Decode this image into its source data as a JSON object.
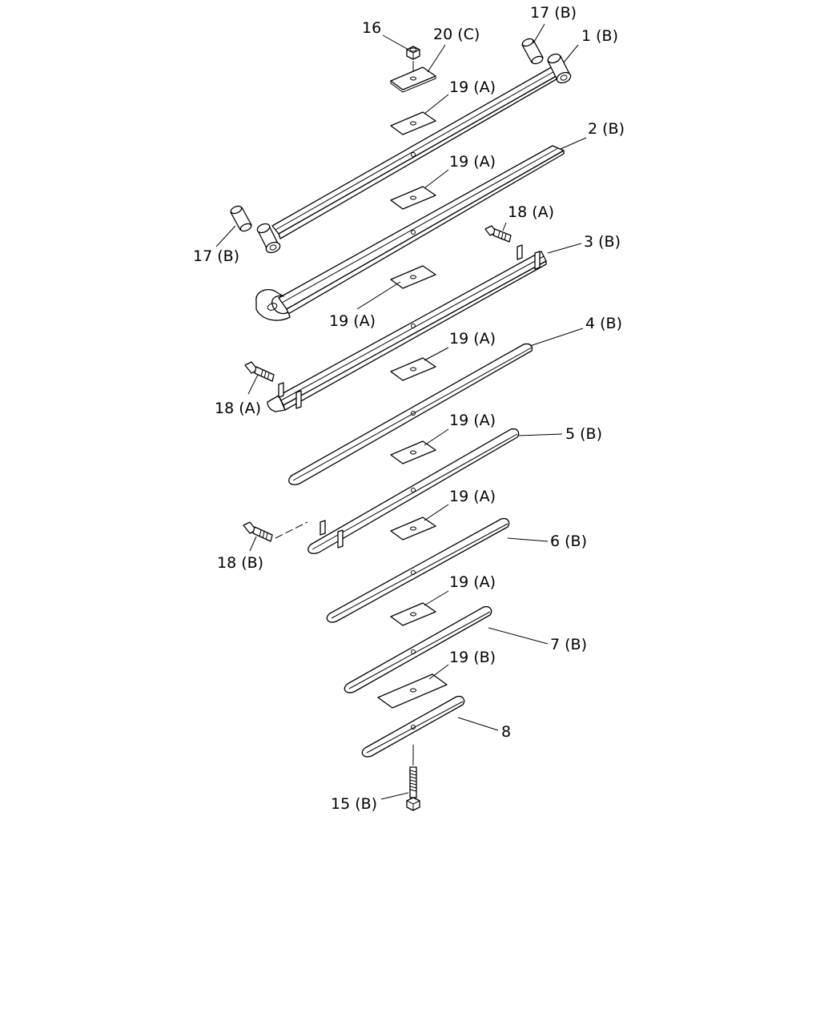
{
  "diagram": {
    "labels": {
      "p16": "16",
      "p20c": "20 (C)",
      "p17b_top": "17 (B)",
      "p1b": "1 (B)",
      "p19a_1": "19 (A)",
      "p2b": "2 (B)",
      "p19a_2": "19 (A)",
      "p17b_left": "17 (B)",
      "p18a_top": "18 (A)",
      "p3b": "3 (B)",
      "p19a_3": "19 (A)",
      "p4b": "4 (B)",
      "p19a_4": "19 (A)",
      "p18a_left": "18 (A)",
      "p19a_5": "19 (A)",
      "p5b": "5 (B)",
      "p19a_6": "19 (A)",
      "p18b": "18 (B)",
      "p6b": "6 (B)",
      "p19a_7": "19 (A)",
      "p7b": "7 (B)",
      "p19b": "19 (B)",
      "p8": "8",
      "p15b": "15 (B)"
    }
  }
}
